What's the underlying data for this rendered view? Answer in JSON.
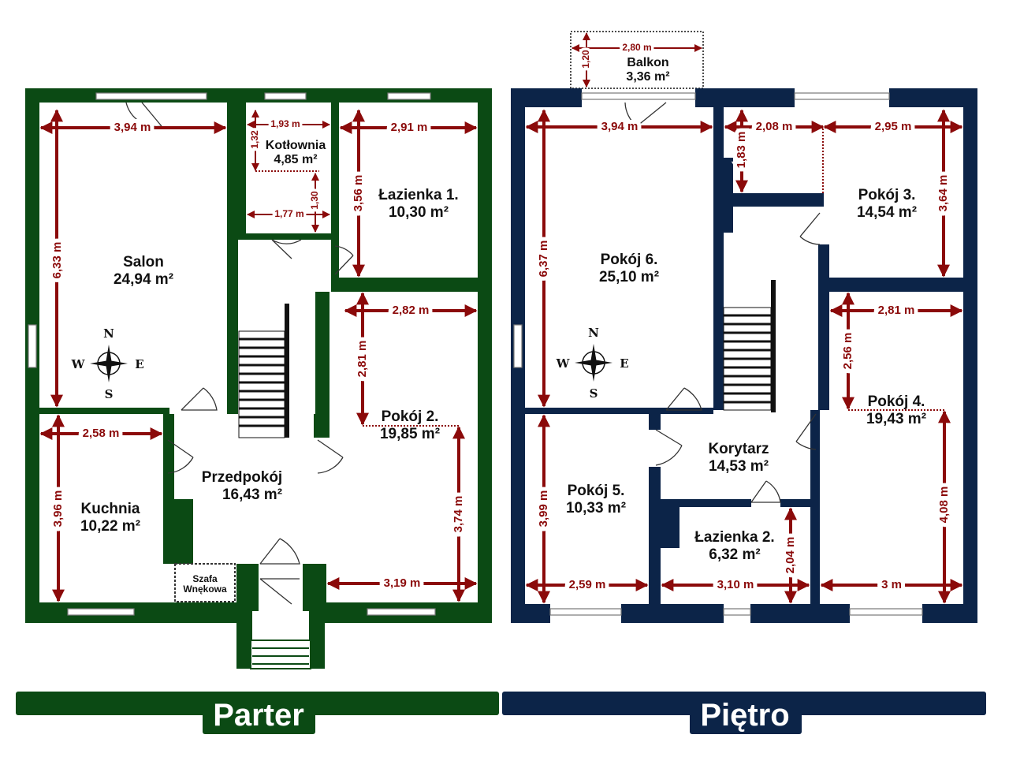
{
  "colors": {
    "ground": "#0b4a14",
    "upper": "#0c2448",
    "dimension": "#8b0a0a"
  },
  "compass": {
    "n": "N",
    "s": "S",
    "e": "E",
    "w": "W"
  },
  "parter": {
    "label": "Parter",
    "rooms": {
      "salon": {
        "name": "Salon",
        "area": "24,94 m²"
      },
      "kotlownia": {
        "name": "Kotłownia",
        "area": "4,85 m²"
      },
      "lazienka1": {
        "name": "Łazienka 1.",
        "area": "10,30 m²"
      },
      "pokoj2": {
        "name": "Pokój 2.",
        "area": "19,85 m²"
      },
      "przedpokoj": {
        "name": "Przedpokój",
        "area": "16,43 m²"
      },
      "kuchnia": {
        "name": "Kuchnia",
        "area": "10,22 m²"
      },
      "szafa": {
        "name": "Szafa",
        "name2": "Wnękowa"
      }
    },
    "dims": {
      "salon_w": "3,94 m",
      "salon_h": "6,33 m",
      "kot_w1": "1,93 m",
      "kot_h1": "1,32",
      "kot_w2": "1,77 m",
      "kot_h2": "1,30",
      "laz_w": "2,91 m",
      "laz_h": "3,56 m",
      "p2_w1": "2,82 m",
      "p2_h1": "2,81 m",
      "p2_h2": "3,74 m",
      "p2_w2": "3,19 m",
      "kuch_w": "2,58 m",
      "kuch_h": "3,96 m"
    }
  },
  "pietro": {
    "label": "Piętro",
    "rooms": {
      "balkon": {
        "name": "Balkon",
        "area": "3,36 m²"
      },
      "pokoj6": {
        "name": "Pokój 6.",
        "area": "25,10 m²"
      },
      "pokoj3": {
        "name": "Pokój 3.",
        "area": "14,54 m²"
      },
      "pokoj4": {
        "name": "Pokój 4.",
        "area": "19,43 m²"
      },
      "korytarz": {
        "name": "Korytarz",
        "area": "14,53 m²"
      },
      "pokoj5": {
        "name": "Pokój 5.",
        "area": "10,33 m²"
      },
      "lazienka2": {
        "name": "Łazienka 2.",
        "area": "6,32 m²"
      }
    },
    "dims": {
      "bal_w": "2,80 m",
      "bal_h": "1,20",
      "p6_w": "3,94 m",
      "p6_h": "6,37 m",
      "p3_w1": "2,08 m",
      "p3_h1": "1,83 m",
      "p3_w2": "2,95 m",
      "p3_h2": "3,64 m",
      "p4_w1": "2,81 m",
      "p4_h1": "2,56 m",
      "p4_h2": "4,08 m",
      "p4_w2": "3 m",
      "p5_h": "3,99 m",
      "p5_w": "2,59 m",
      "laz2_w": "3,10 m",
      "laz2_h": "2,04 m"
    }
  }
}
